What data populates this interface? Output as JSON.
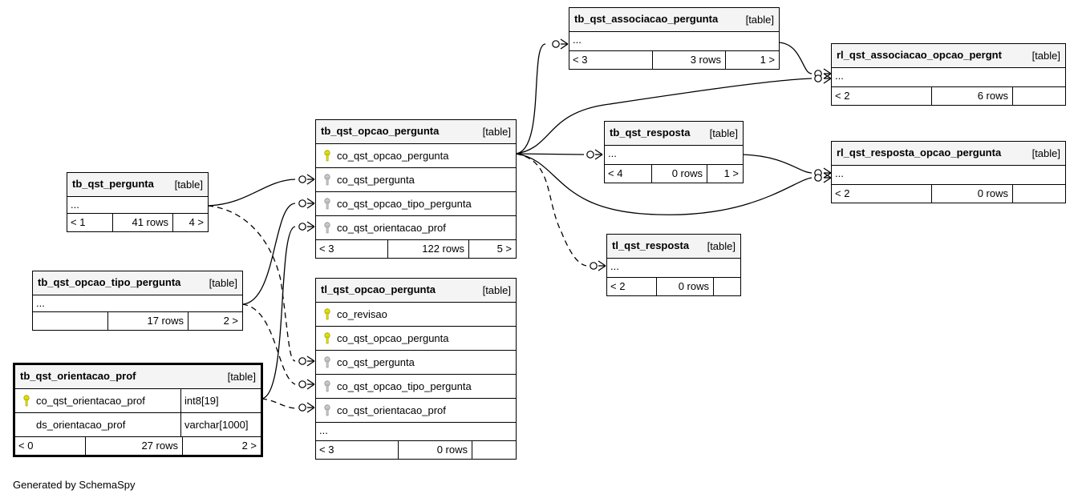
{
  "footer": {
    "credit": "Generated by SchemaSpy"
  },
  "colors": {
    "primary_key": "#e0e000",
    "foreign_key": "#b0b0b0",
    "header_bg": "#f4f4f4"
  },
  "tables": {
    "tb_qst_pergunta": {
      "name": "tb_qst_pergunta",
      "type": "[table]",
      "dots": "...",
      "parents": "< 1",
      "rows": "41 rows",
      "children": "4 >"
    },
    "tb_qst_opcao_tipo_pergunta": {
      "name": "tb_qst_opcao_tipo_pergunta",
      "type": "[table]",
      "dots": "...",
      "parents": "",
      "rows": "17 rows",
      "children": "2 >"
    },
    "tb_qst_orientacao_prof": {
      "name": "tb_qst_orientacao_prof",
      "type": "[table]",
      "columns": [
        {
          "name": "co_qst_orientacao_prof",
          "type": "int8[19]",
          "key": "primary-key-icon"
        },
        {
          "name": "ds_orientacao_prof",
          "type": "varchar[1000]",
          "key": ""
        }
      ],
      "parents": "< 0",
      "rows": "27 rows",
      "children": "2 >"
    },
    "tb_qst_opcao_pergunta": {
      "name": "tb_qst_opcao_pergunta",
      "type": "[table]",
      "columns": [
        {
          "name": "co_qst_opcao_pergunta",
          "key": "primary-key-icon"
        },
        {
          "name": "co_qst_pergunta",
          "key": "foreign-key-icon"
        },
        {
          "name": "co_qst_opcao_tipo_pergunta",
          "key": "foreign-key-icon"
        },
        {
          "name": "co_qst_orientacao_prof",
          "key": "foreign-key-icon"
        }
      ],
      "parents": "< 3",
      "rows": "122 rows",
      "children": "5 >"
    },
    "tl_qst_opcao_pergunta": {
      "name": "tl_qst_opcao_pergunta",
      "type": "[table]",
      "columns": [
        {
          "name": "co_revisao",
          "key": "primary-key-icon"
        },
        {
          "name": "co_qst_opcao_pergunta",
          "key": "primary-key-icon"
        },
        {
          "name": "co_qst_pergunta",
          "key": "foreign-key-icon"
        },
        {
          "name": "co_qst_opcao_tipo_pergunta",
          "key": "foreign-key-icon"
        },
        {
          "name": "co_qst_orientacao_prof",
          "key": "foreign-key-icon"
        }
      ],
      "dots": "...",
      "parents": "< 3",
      "rows": "0 rows",
      "children": ""
    },
    "tb_qst_associacao_pergunta": {
      "name": "tb_qst_associacao_pergunta",
      "type": "[table]",
      "dots": "...",
      "parents": "< 3",
      "rows": "3 rows",
      "children": "1 >"
    },
    "rl_qst_associacao_opcao_pergnt": {
      "name": "rl_qst_associacao_opcao_pergnt",
      "type": "[table]",
      "dots": "...",
      "parents": "< 2",
      "rows": "6 rows",
      "children": ""
    },
    "tb_qst_resposta": {
      "name": "tb_qst_resposta",
      "type": "[table]",
      "dots": "...",
      "parents": "< 4",
      "rows": "0 rows",
      "children": "1 >"
    },
    "rl_qst_resposta_opcao_pergunta": {
      "name": "rl_qst_resposta_opcao_pergunta",
      "type": "[table]",
      "dots": "...",
      "parents": "< 2",
      "rows": "0 rows",
      "children": ""
    },
    "tl_qst_resposta": {
      "name": "tl_qst_resposta",
      "type": "[table]",
      "dots": "...",
      "parents": "< 2",
      "rows": "0 rows",
      "children": ""
    }
  }
}
